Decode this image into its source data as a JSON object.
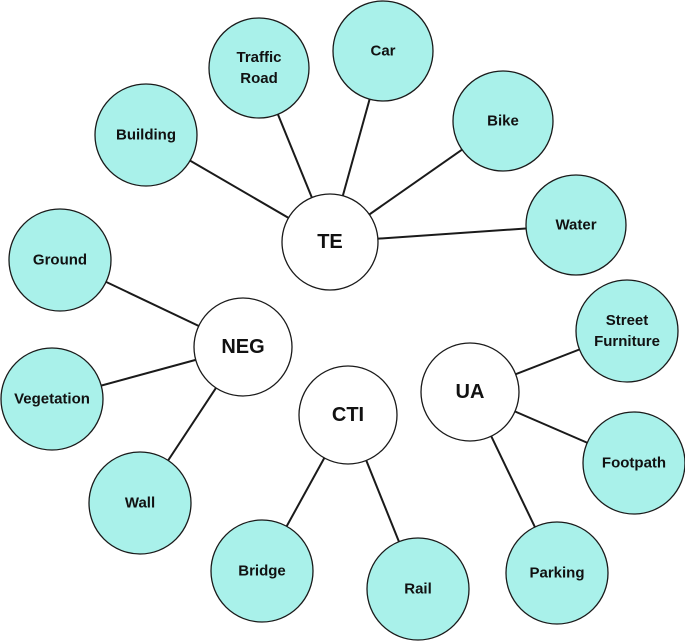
{
  "colors": {
    "hub_fill": "#ffffff",
    "leaf_fill": "#a9f1ea",
    "stroke": "#1a1a1a"
  },
  "hubs": [
    {
      "id": "te",
      "label": "TE"
    },
    {
      "id": "neg",
      "label": "NEG"
    },
    {
      "id": "cti",
      "label": "CTI"
    },
    {
      "id": "ua",
      "label": "UA"
    }
  ],
  "leaves": [
    {
      "id": "building",
      "hub": "te",
      "lines": [
        "Building"
      ]
    },
    {
      "id": "traffic",
      "hub": "te",
      "lines": [
        "Traffic",
        "Road"
      ]
    },
    {
      "id": "car",
      "hub": "te",
      "lines": [
        "Car"
      ]
    },
    {
      "id": "bike",
      "hub": "te",
      "lines": [
        "Bike"
      ]
    },
    {
      "id": "water",
      "hub": "te",
      "lines": [
        "Water"
      ]
    },
    {
      "id": "ground",
      "hub": "neg",
      "lines": [
        "Ground"
      ]
    },
    {
      "id": "vegetation",
      "hub": "neg",
      "lines": [
        "Vegetation"
      ]
    },
    {
      "id": "wall",
      "hub": "neg",
      "lines": [
        "Wall"
      ]
    },
    {
      "id": "bridge",
      "hub": "cti",
      "lines": [
        "Bridge"
      ]
    },
    {
      "id": "rail",
      "hub": "cti",
      "lines": [
        "Rail"
      ]
    },
    {
      "id": "street",
      "hub": "ua",
      "lines": [
        "Street",
        "Furniture"
      ]
    },
    {
      "id": "footpath",
      "hub": "ua",
      "lines": [
        "Footpath"
      ]
    },
    {
      "id": "parking",
      "hub": "ua",
      "lines": [
        "Parking"
      ]
    }
  ]
}
